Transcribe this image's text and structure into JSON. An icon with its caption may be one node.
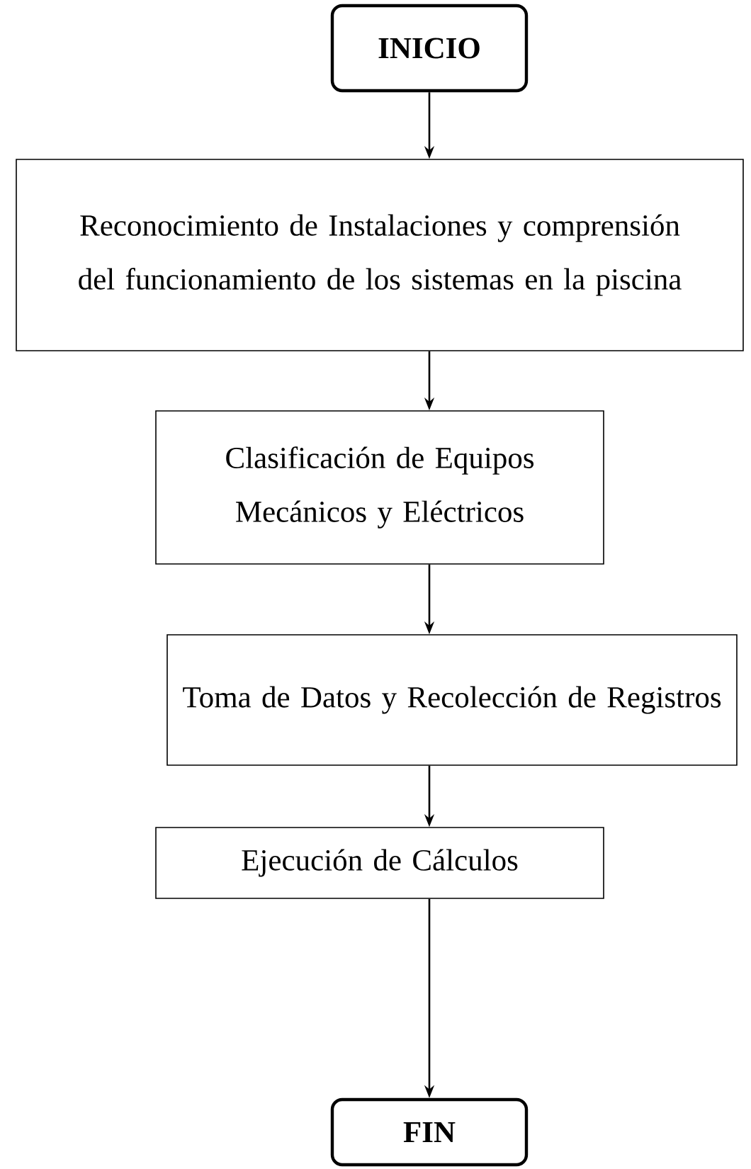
{
  "diagram": {
    "nodes": [
      {
        "text": [
          "INICIO"
        ]
      },
      {
        "text": [
          "Reconocimiento de Instalaciones y comprensión del funcionamiento de los sistemas en la piscina"
        ]
      },
      {
        "text": [
          "Clasificación de Equipos Mecánicos y Eléctricos"
        ]
      },
      {
        "text": [
          "Toma de Datos y Recolección de Registros"
        ]
      },
      {
        "text": [
          "Ejecución de Cálculos"
        ]
      },
      {
        "text": [
          "FIN"
        ]
      }
    ],
    "edges": [
      {
        "from": 0,
        "to": 1,
        "arrow": "to"
      },
      {
        "from": 1,
        "to": 2,
        "arrow": "to"
      },
      {
        "from": 2,
        "to": 3,
        "arrow": "to"
      },
      {
        "from": 3,
        "to": 4,
        "arrow": "to"
      },
      {
        "from": 4,
        "to": 5,
        "arrow": "to"
      }
    ]
  }
}
